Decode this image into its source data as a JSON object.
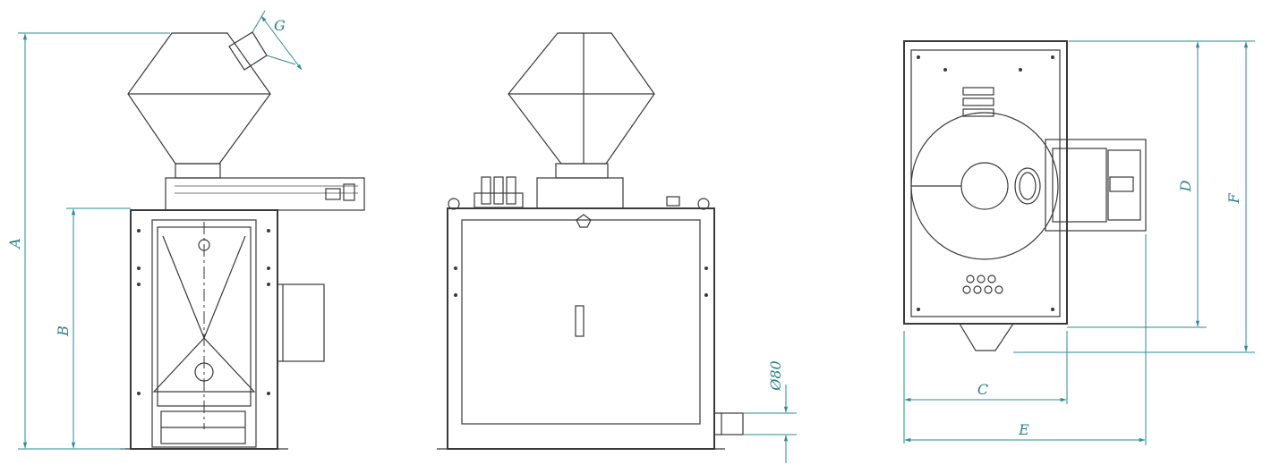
{
  "dimensions": {
    "A": "A",
    "B": "B",
    "C": "C",
    "D": "D",
    "E": "E",
    "F": "F",
    "G": "G",
    "diameter": "Ø80"
  }
}
